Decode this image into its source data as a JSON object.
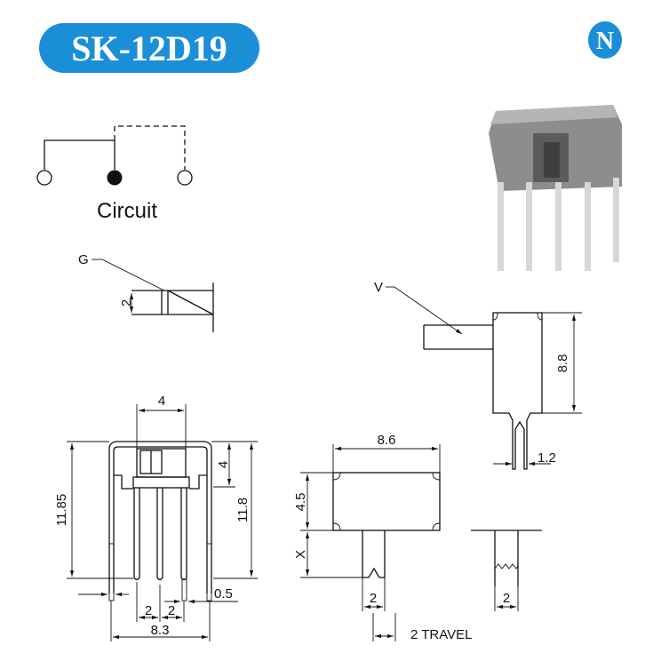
{
  "header": {
    "title": "SK-12D19",
    "logo_letter": "N",
    "brand_color": "#1a8fd8"
  },
  "circuit": {
    "label": "Circuit"
  },
  "labels": {
    "g": "G",
    "v": "V",
    "x": "X"
  },
  "dimensions": {
    "g_height": "2",
    "v_height": "8.8",
    "v_terminal": "1.2",
    "front_top_width": "4",
    "front_total_height": "11.85",
    "front_body_height": "11.8",
    "front_upper": "4",
    "front_pitch_1": "2",
    "front_pitch_2": "2",
    "front_lead_thickness": "0.5",
    "front_width": "8.3",
    "top_width": "8.6",
    "top_depth": "4.5",
    "actuator_width": "2",
    "actuator_width_2": "2",
    "travel": "2 TRAVEL"
  }
}
